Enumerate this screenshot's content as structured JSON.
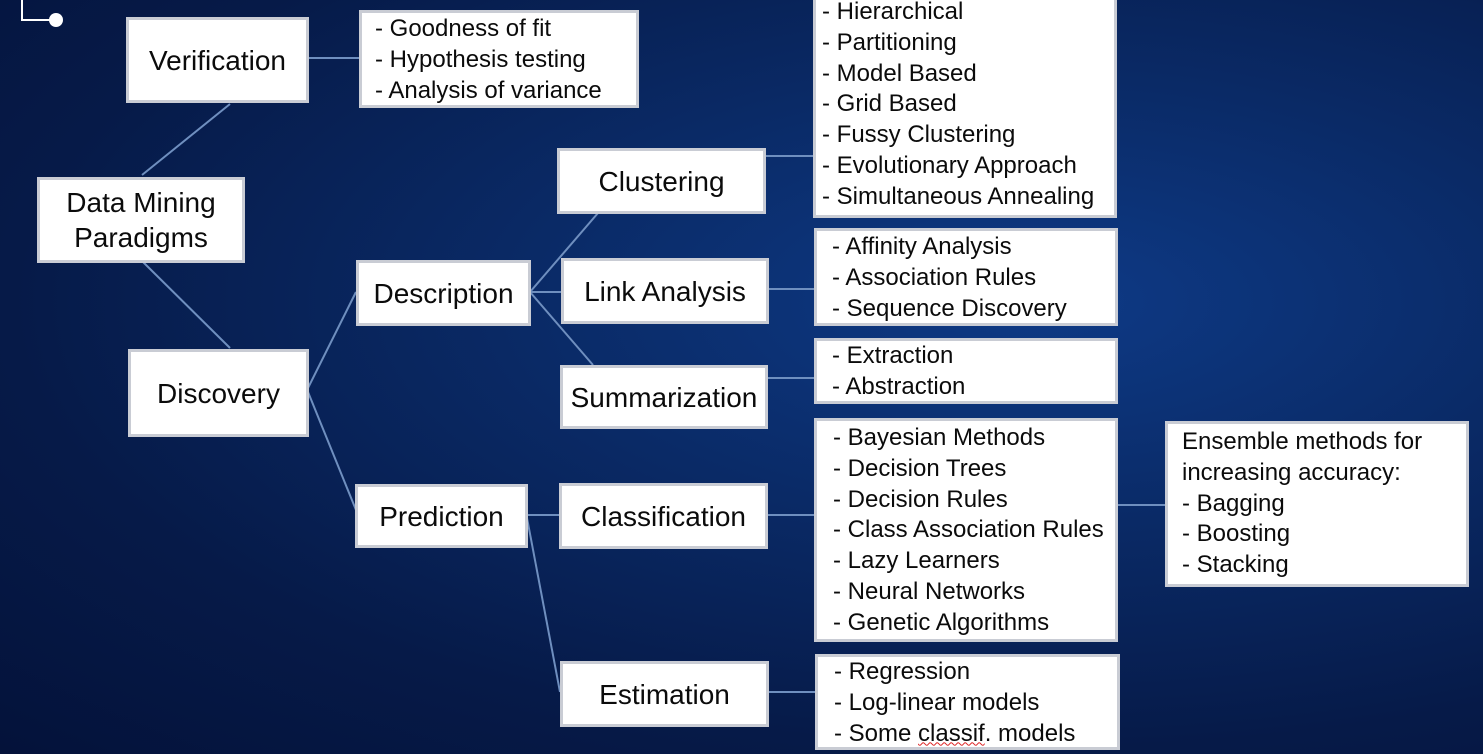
{
  "nodes": {
    "root_line1": "Data Mining",
    "root_line2": "Paradigms",
    "verification": "Verification",
    "discovery": "Discovery",
    "description": "Description",
    "prediction": "Prediction",
    "clustering": "Clustering",
    "link_analysis": "Link Analysis",
    "summarization": "Summarization",
    "classification": "Classification",
    "estimation": "Estimation"
  },
  "lists": {
    "verification": [
      "- Goodness of fit",
      "- Hypothesis testing",
      "- Analysis of variance"
    ],
    "clustering": [
      "- Hierarchical",
      "- Partitioning",
      "- Model Based",
      "- Grid Based",
      "- Fussy Clustering",
      "- Evolutionary Approach",
      "- Simultaneous Annealing"
    ],
    "link_analysis": [
      "- Affinity Analysis",
      "- Association Rules",
      "- Sequence Discovery"
    ],
    "summarization": [
      "- Extraction",
      "- Abstraction"
    ],
    "classification": [
      "- Bayesian Methods",
      "- Decision Trees",
      "- Decision Rules",
      "- Class Association Rules",
      "- Lazy Learners",
      "- Neural Networks",
      "- Genetic Algorithms"
    ],
    "estimation": [
      "- Regression",
      "- Log-linear models"
    ],
    "estimation_last_prefix": "- Some ",
    "estimation_last_word": "classif",
    "estimation_last_suffix": ". models",
    "ensemble": [
      "Ensemble methods for",
      "increasing accuracy:",
      "- Bagging",
      "- Boosting",
      "- Stacking"
    ]
  },
  "colors": {
    "connector": "#6f8fbf",
    "box_border": "#c9ccd4",
    "background": "#061a48"
  },
  "icons": {
    "corner_decoration": "connector-dot-icon"
  }
}
